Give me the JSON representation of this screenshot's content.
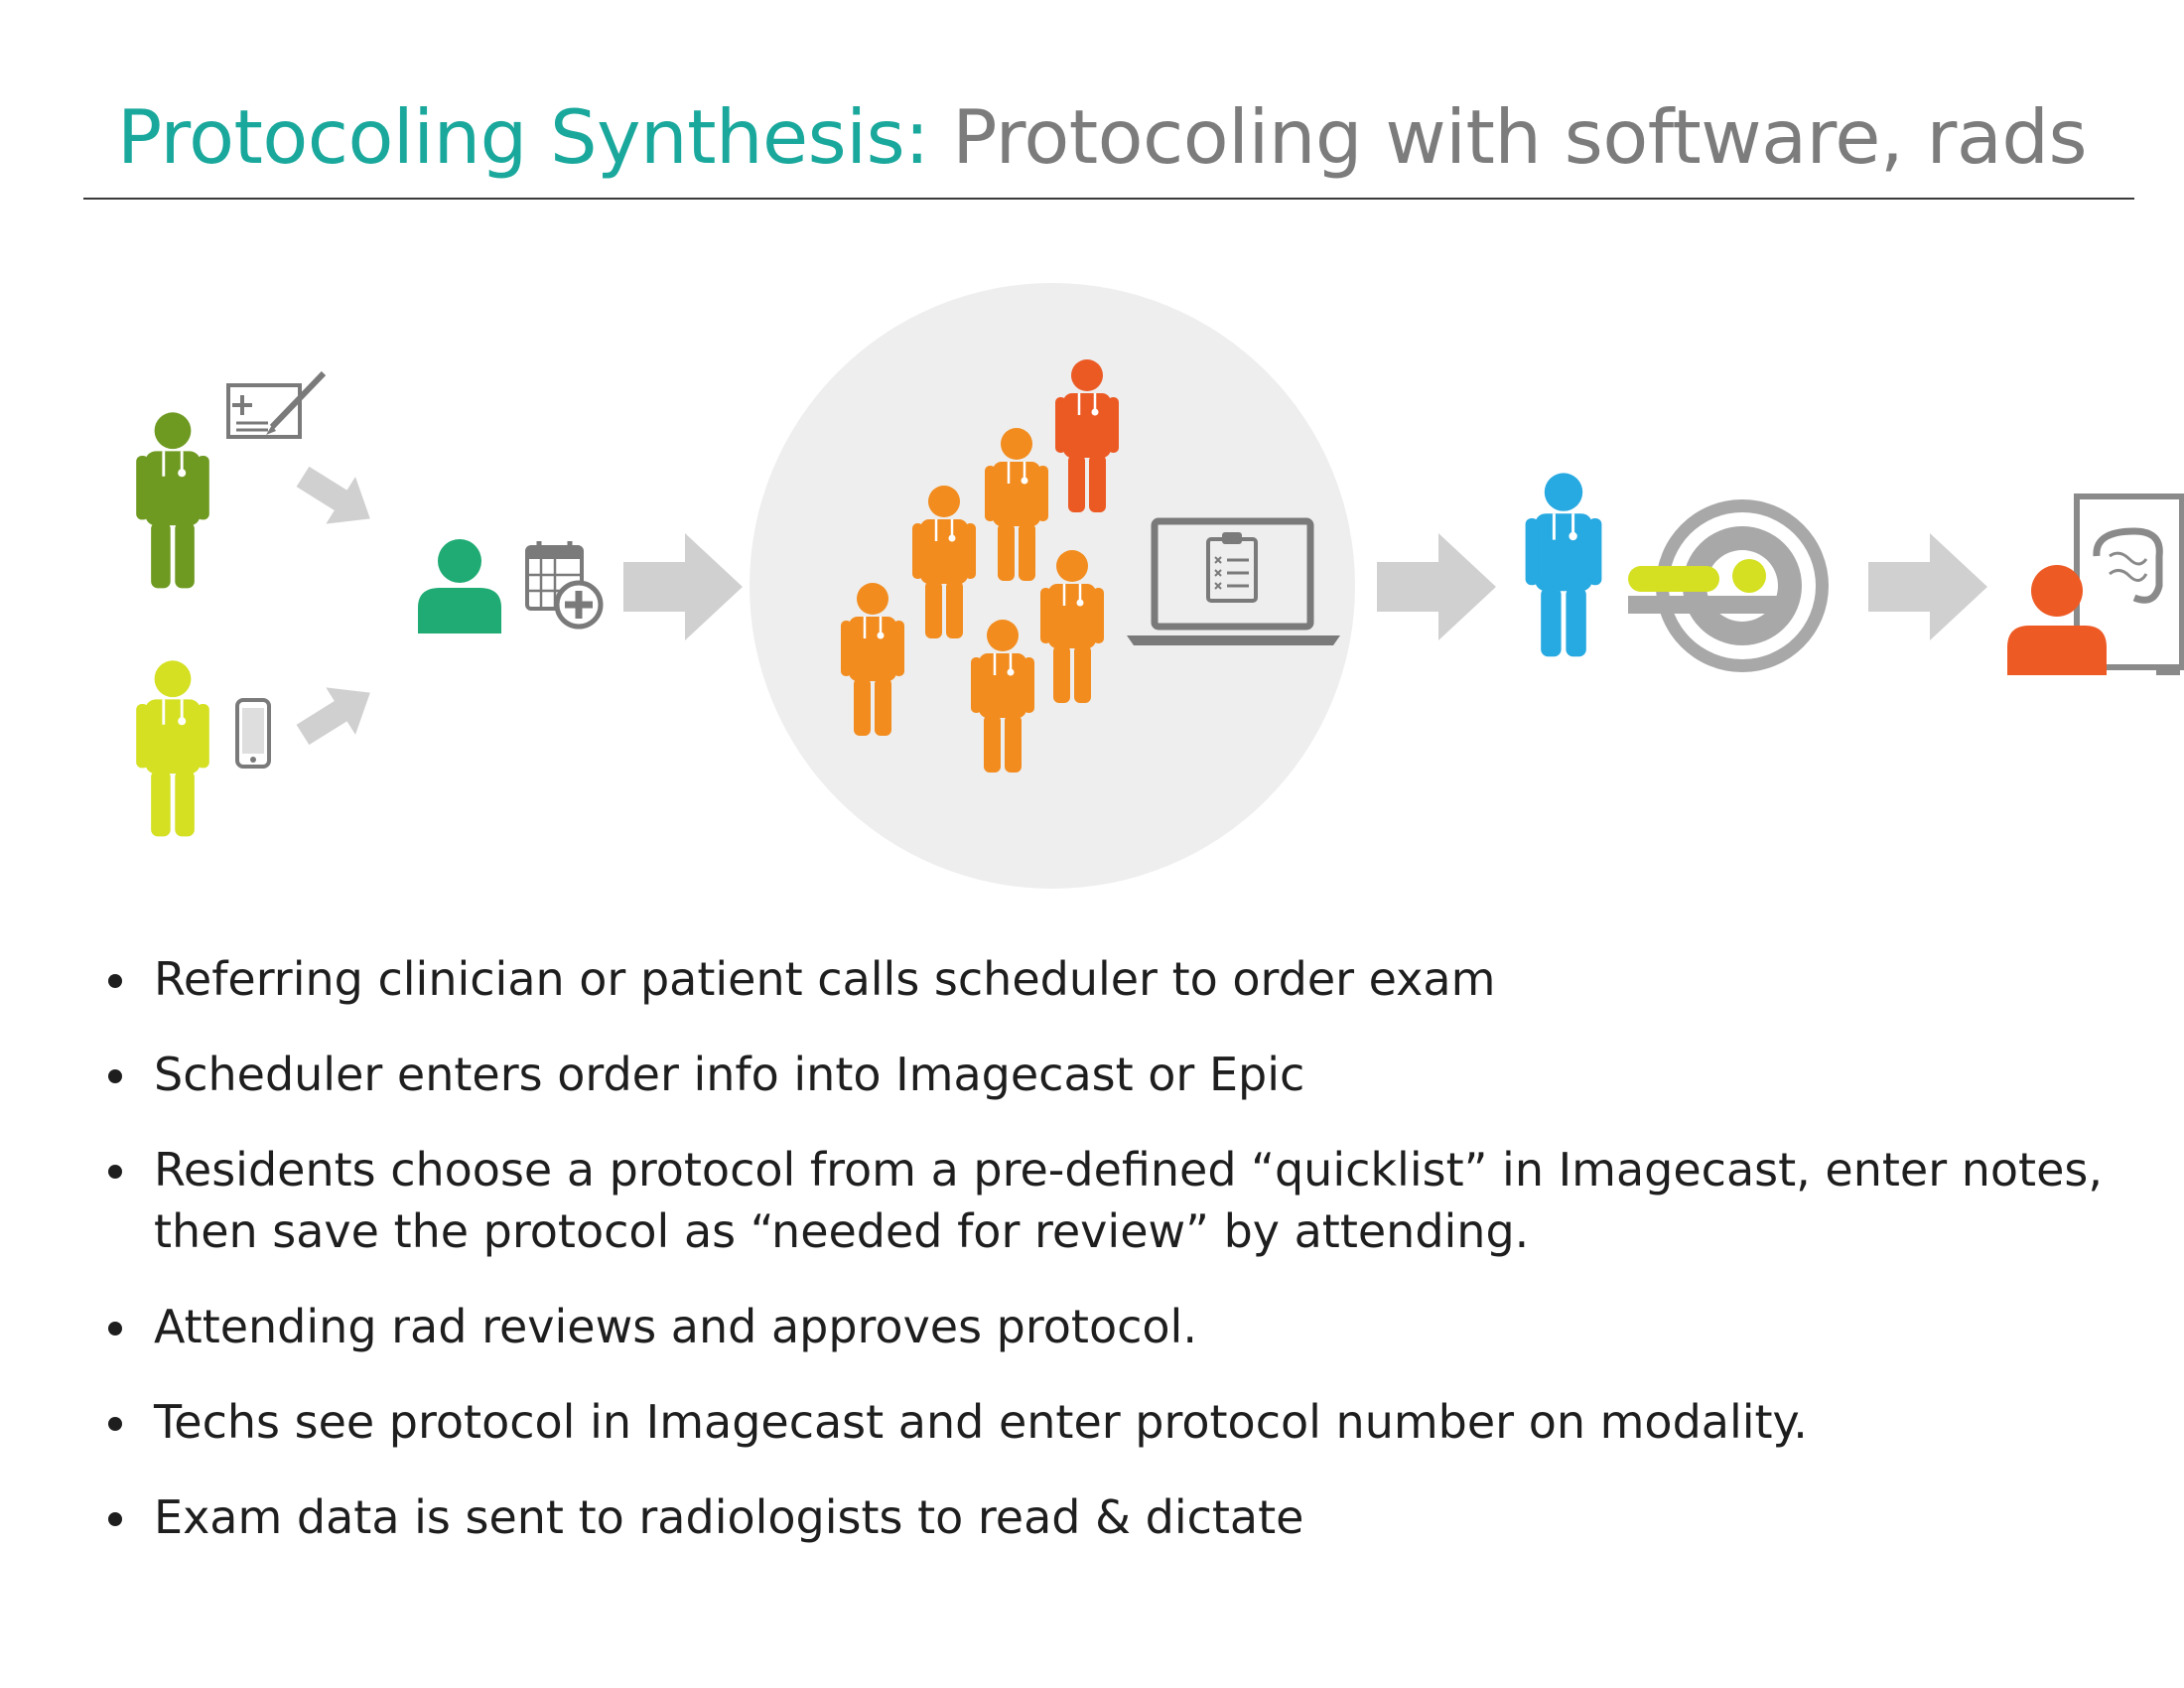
{
  "slide": {
    "title_accent": "Protocoling Synthesis:",
    "title_rest": " Protocoling with software, rads",
    "bullets": [
      "Referring clinician or patient calls scheduler to order exam",
      "Scheduler enters order info into Imagecast or Epic",
      "Residents choose a protocol from a pre-defined “quicklist” in Imagecast, enter notes, then save the protocol as “needed for review” by attending.",
      "Attending rad reviews and approves protocol.",
      "Techs see protocol in Imagecast and enter protocol number on modality.",
      "Exam data is sent to radiologists to read & dictate"
    ]
  },
  "colors": {
    "title_accent": "#1aa89c",
    "title_rest": "#7c7c7c",
    "clinician": "#6f9a22",
    "patient": "#d4e021",
    "scheduler": "#1fab73",
    "resident": "#f28c1e",
    "attending": "#ec5a24",
    "tech": "#27a9e1",
    "radiologist": "#ee5a24",
    "arrow": "#d0d0d0",
    "icon_gray": "#7a7a7a",
    "circle_bg": "#eeeeee"
  },
  "icons": [
    "clinician-figure",
    "order-form-icon",
    "patient-figure",
    "phone-icon",
    "scheduler-avatar",
    "calendar-add-icon",
    "resident-figure",
    "attending-figure",
    "laptop-clipboard-icon",
    "tech-figure",
    "mri-scanner-icon",
    "radiologist-avatar",
    "intestine-monitor-icon"
  ]
}
